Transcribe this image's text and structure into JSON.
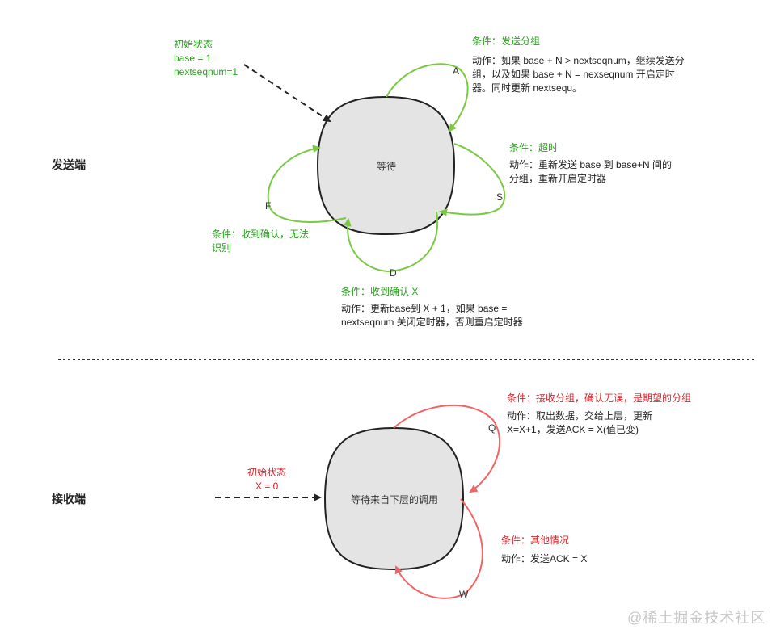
{
  "colors": {
    "green": "#7ac943",
    "red": "#f26464",
    "state_fill": "#e4e4e4",
    "dark": "#222222"
  },
  "sender": {
    "section_label": "发送端",
    "state_label": "等待",
    "init": {
      "line1": "初始状态",
      "line2": "base = 1",
      "line3": "nextseqnum=1"
    },
    "A": {
      "letter": "A",
      "condition": "条件：发送分组",
      "action_lines": [
        "动作：如果 base + N > nextseqnum，继续发送分",
        "组，以及如果 base + N = nexseqnum 开启定时",
        "器。同时更新 nextsequ。"
      ]
    },
    "S": {
      "letter": "S",
      "condition": "条件：超时",
      "action_lines": [
        "动作：重新发送 base 到 base+N 间的",
        "分组，重新开启定时器"
      ]
    },
    "F": {
      "letter": "F",
      "condition_lines": [
        "条件：收到确认，无法",
        "识别"
      ]
    },
    "D": {
      "letter": "D",
      "condition": "条件：收到确认 X",
      "action_lines": [
        "动作：更新base到 X + 1，如果 base =",
        "nextseqnum 关闭定时器，否则重启定时器"
      ]
    }
  },
  "receiver": {
    "section_label": "接收端",
    "state_label": "等待来自下层的调用",
    "init": {
      "line1": "初始状态",
      "line2": "X = 0"
    },
    "Q": {
      "letter": "Q",
      "condition": "条件：接收分组，确认无误，是期望的分组",
      "action_lines": [
        "动作：取出数据，交给上层，更新",
        "X=X+1，发送ACK = X(值已变)"
      ]
    },
    "W": {
      "letter": "W",
      "condition": "条件：其他情况",
      "action_lines": [
        "动作：发送ACK = X"
      ]
    }
  },
  "watermark": "@稀土掘金技术社区"
}
